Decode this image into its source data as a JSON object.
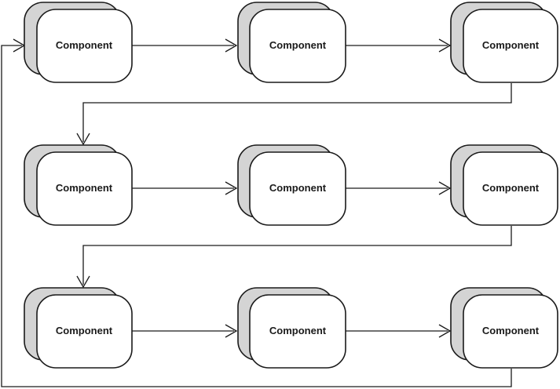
{
  "diagram": {
    "nodes": [
      {
        "id": "r1c1",
        "label": "Component"
      },
      {
        "id": "r1c2",
        "label": "Component"
      },
      {
        "id": "r1c3",
        "label": "Component"
      },
      {
        "id": "r2c1",
        "label": "Component"
      },
      {
        "id": "r2c2",
        "label": "Component"
      },
      {
        "id": "r2c3",
        "label": "Component"
      },
      {
        "id": "r3c1",
        "label": "Component"
      },
      {
        "id": "r3c2",
        "label": "Component"
      },
      {
        "id": "r3c3",
        "label": "Component"
      }
    ],
    "edges": [
      {
        "from": "r1c1",
        "to": "r1c2"
      },
      {
        "from": "r1c2",
        "to": "r1c3"
      },
      {
        "from": "r1c3",
        "to": "r2c1"
      },
      {
        "from": "r2c1",
        "to": "r2c2"
      },
      {
        "from": "r2c2",
        "to": "r2c3"
      },
      {
        "from": "r2c3",
        "to": "r3c1"
      },
      {
        "from": "r3c1",
        "to": "r3c2"
      },
      {
        "from": "r3c2",
        "to": "r3c3"
      },
      {
        "from": "r3c3",
        "to": "r1c1"
      }
    ]
  }
}
